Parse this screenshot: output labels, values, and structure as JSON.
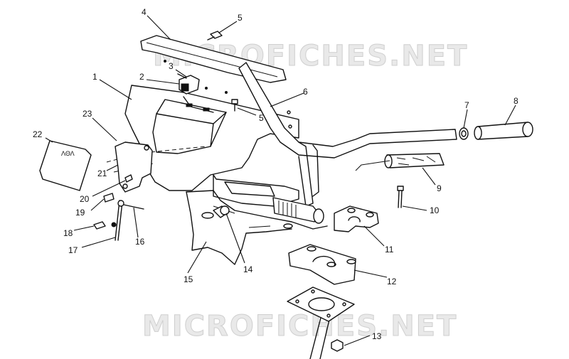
{
  "watermark": {
    "text": "MICROFICHES.NET"
  },
  "decal_text": "ΛΘΛ",
  "callouts": [
    {
      "id": "c1",
      "label": "1"
    },
    {
      "id": "c2",
      "label": "2"
    },
    {
      "id": "c3",
      "label": "3"
    },
    {
      "id": "c4",
      "label": "4"
    },
    {
      "id": "c5a",
      "label": "5"
    },
    {
      "id": "c5b",
      "label": "5"
    },
    {
      "id": "c6",
      "label": "6"
    },
    {
      "id": "c7",
      "label": "7"
    },
    {
      "id": "c8",
      "label": "8"
    },
    {
      "id": "c9",
      "label": "9"
    },
    {
      "id": "c10",
      "label": "10"
    },
    {
      "id": "c11",
      "label": "11"
    },
    {
      "id": "c12",
      "label": "12"
    },
    {
      "id": "c13",
      "label": "13"
    },
    {
      "id": "c14",
      "label": "14"
    },
    {
      "id": "c15",
      "label": "15"
    },
    {
      "id": "c16",
      "label": "16"
    },
    {
      "id": "c17",
      "label": "17"
    },
    {
      "id": "c18",
      "label": "18"
    },
    {
      "id": "c19",
      "label": "19"
    },
    {
      "id": "c20",
      "label": "20"
    },
    {
      "id": "c21",
      "label": "21"
    },
    {
      "id": "c22",
      "label": "22"
    },
    {
      "id": "c23",
      "label": "23"
    }
  ]
}
